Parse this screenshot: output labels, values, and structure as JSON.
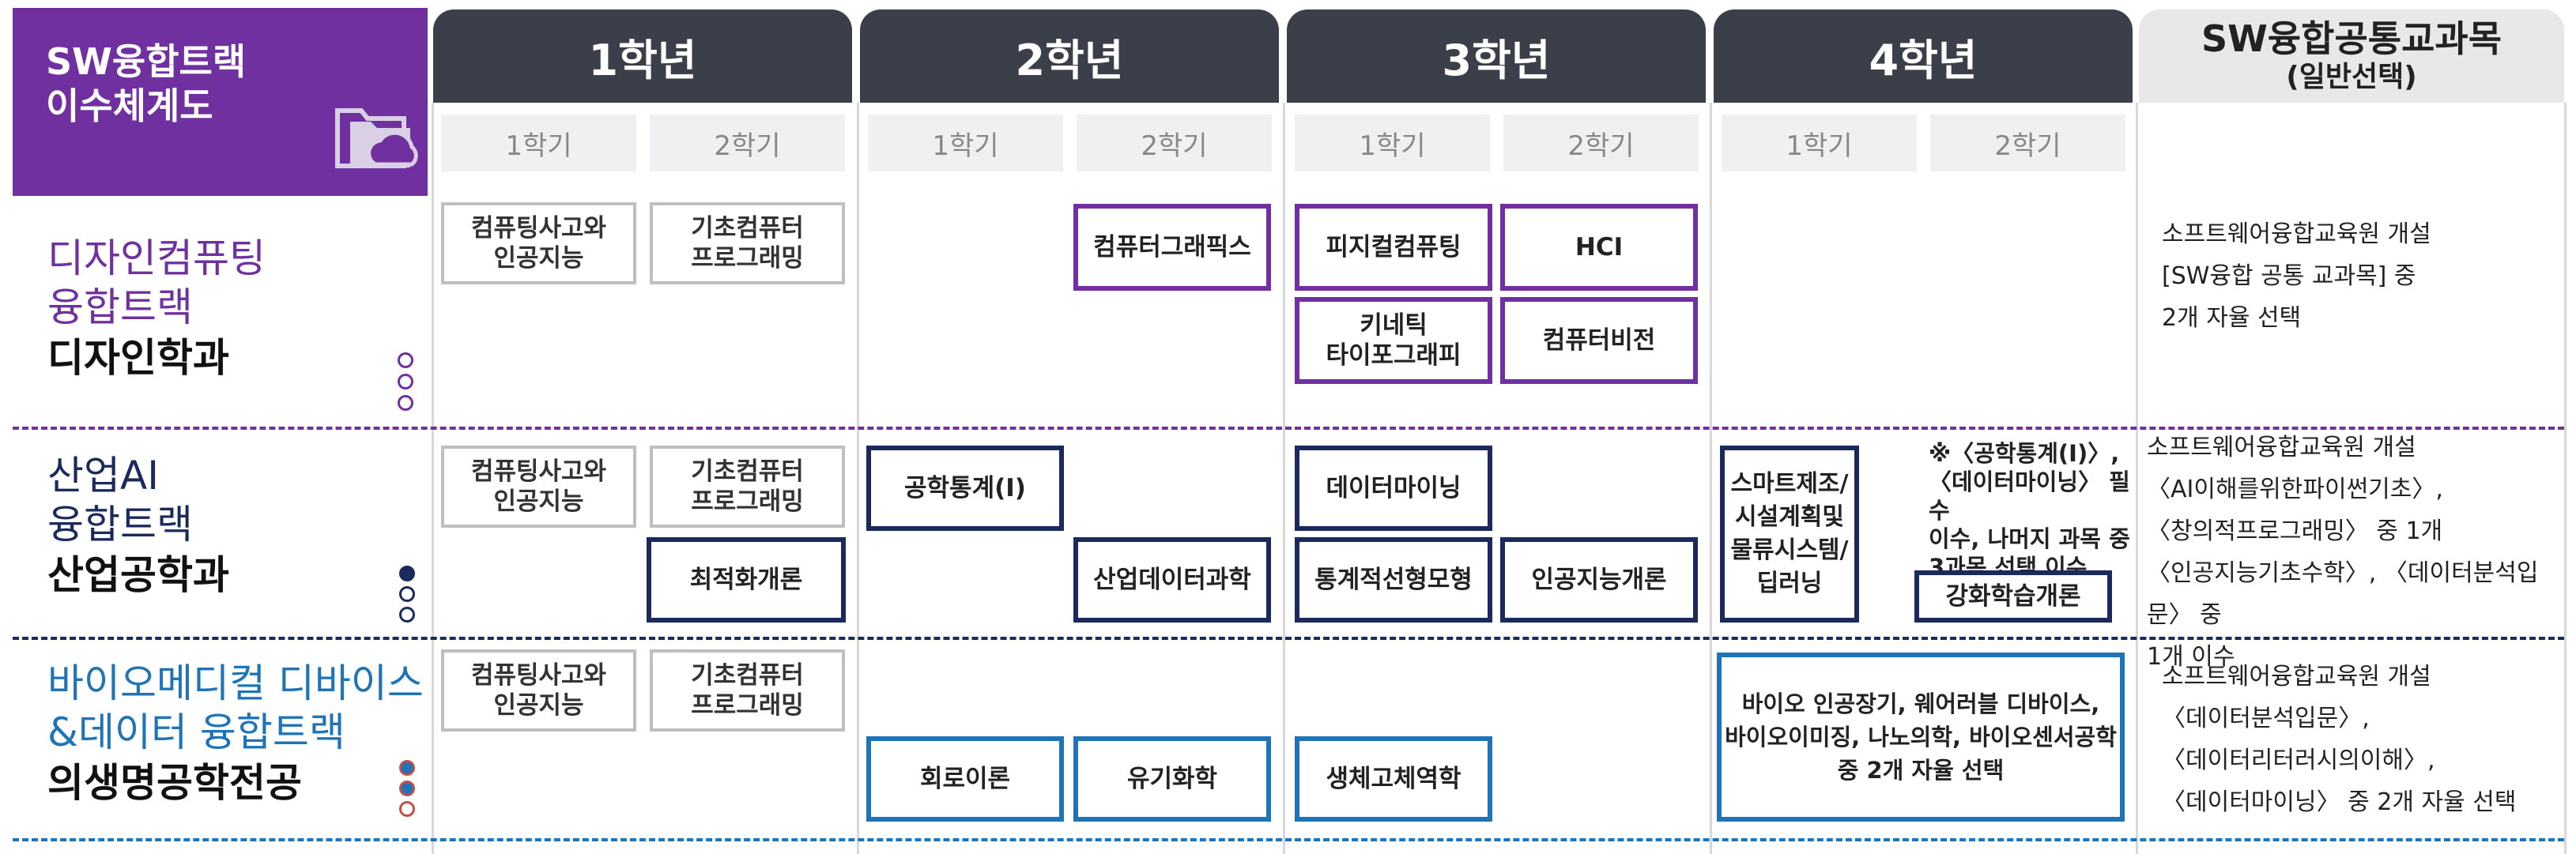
{
  "title": "SW융합트랙\n이수체계도",
  "icon": "folder-cloud-icon",
  "years": [
    "1학년",
    "2학년",
    "3학년",
    "4학년"
  ],
  "general": {
    "line1": "SW융합공통교과목",
    "line2": "(일반선택)"
  },
  "semesters": [
    "1학기",
    "2학기"
  ],
  "colors": {
    "design": "#7030A0",
    "industrial": "#1B2A5C",
    "bio": "#1F74B8",
    "header_dark": "#3B3F4A"
  },
  "tracks": [
    {
      "track": "디자인컴퓨팅\n융합트랙",
      "dept": "디자인학과",
      "courses": {
        "y1s1": "컴퓨팅사고와\n인공지능",
        "y1s2": "기초컴퓨터\n프로그래밍",
        "y2s2": "컴퓨터그래픽스",
        "y3s1a": "피지컬컴퓨팅",
        "y3s2a": "HCI",
        "y3s1b": "키네틱\n타이포그래피",
        "y3s2b": "컴퓨터비전"
      },
      "general_note": "소프트웨어융합교육원 개설\n[SW융합 공통 교과목] 중\n2개 자율 선택"
    },
    {
      "track": "산업AI\n융합트랙",
      "dept": "산업공학과",
      "courses": {
        "y1s1": "컴퓨팅사고와\n인공지능",
        "y1s2": "기초컴퓨터\n프로그래밍",
        "y1s2b": "최적화개론",
        "y2s1": "공학통계(Ⅰ)",
        "y2s2": "산업데이터과학",
        "y3s1a": "데이터마이닝",
        "y3s1b": "통계적선형모형",
        "y3s2b": "인공지능개론",
        "y4s1": "스마트제조/\n시설계획및\n물류시스템/\n딥러닝",
        "y4s2": "강화학습개론"
      },
      "y4_note": "※〈공학통계(Ⅰ)〉,\n〈데이터마이닝〉 필수\n이수, 나머지 과목 중\n3과목 선택 이수",
      "general_note": "소프트웨어융합교육원 개설\n〈AI이해를위한파이썬기초〉,\n〈창의적프로그래밍〉 중 1개\n〈인공지능기초수학〉, 〈데이터분석입문〉 중\n1개 이수"
    },
    {
      "track": "바이오메디컬 디바이스\n&데이터 융합트랙",
      "dept": "의생명공학전공",
      "courses": {
        "y1s1": "컴퓨팅사고와\n인공지능",
        "y1s2": "기초컴퓨터\n프로그래밍",
        "y2s1": "회로이론",
        "y2s2": "유기화학",
        "y3s1": "생체고체역학",
        "y4": "바이오 인공장기, 웨어러블 디바이스,\n바이오이미징, 나노의학, 바이오센서공학\n중 2개 자율 선택"
      },
      "general_note": "소프트웨어융합교육원 개설\n〈데이터분석입문〉,\n〈데이터리터러시의이해〉,\n〈데이터마이닝〉 중 2개 자율 선택"
    }
  ]
}
